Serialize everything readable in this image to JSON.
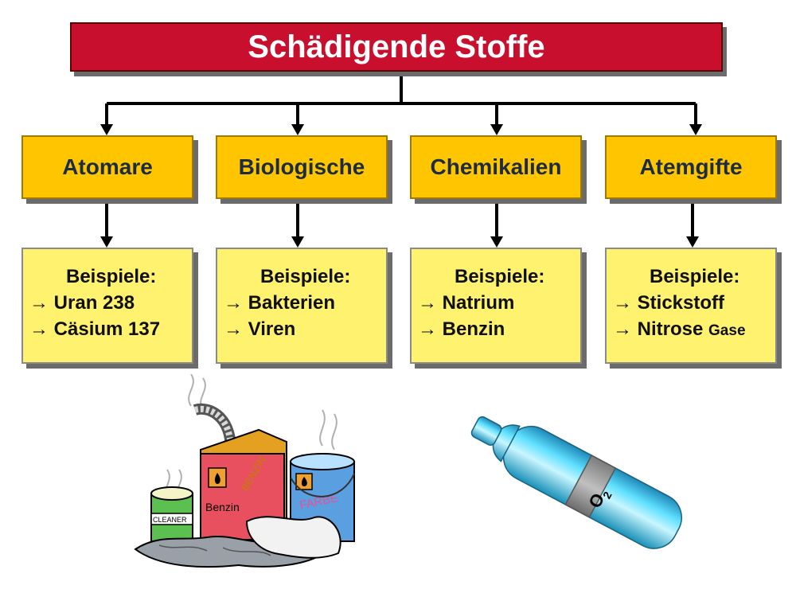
{
  "title": "Schädigende Stoffe",
  "categories": [
    {
      "name": "Atomare",
      "examples_heading": "Beispiele:",
      "examples": [
        "→ Uran 238",
        "→ Cäsium 137"
      ]
    },
    {
      "name": "Biologische",
      "examples_heading": "Beispiele:",
      "examples": [
        "→ Bakterien",
        "→ Viren"
      ]
    },
    {
      "name": "Chemikalien",
      "examples_heading": "Beispiele:",
      "examples": [
        "→ Natrium",
        "→ Benzin"
      ]
    },
    {
      "name": "Atemgifte",
      "examples_heading": "Beispiele:",
      "examples": [
        "→ Stickstoff",
        "→ Nitrose"
      ],
      "examples_suffix": [
        null,
        "Gase"
      ]
    }
  ],
  "illustrations": {
    "chemicals": {
      "icon": "chemical-containers-icon",
      "labels": [
        "CLEANER",
        "Benzin",
        "FARBE",
        "BENZIN"
      ]
    },
    "gas_bottle": {
      "icon": "oxygen-bottle-icon",
      "label": "O",
      "subscript": "2"
    }
  },
  "colors": {
    "title_bg": "#c8102e",
    "category_bg": "#ffc600",
    "example_bg": "#fff26e",
    "connector": "#000000"
  }
}
